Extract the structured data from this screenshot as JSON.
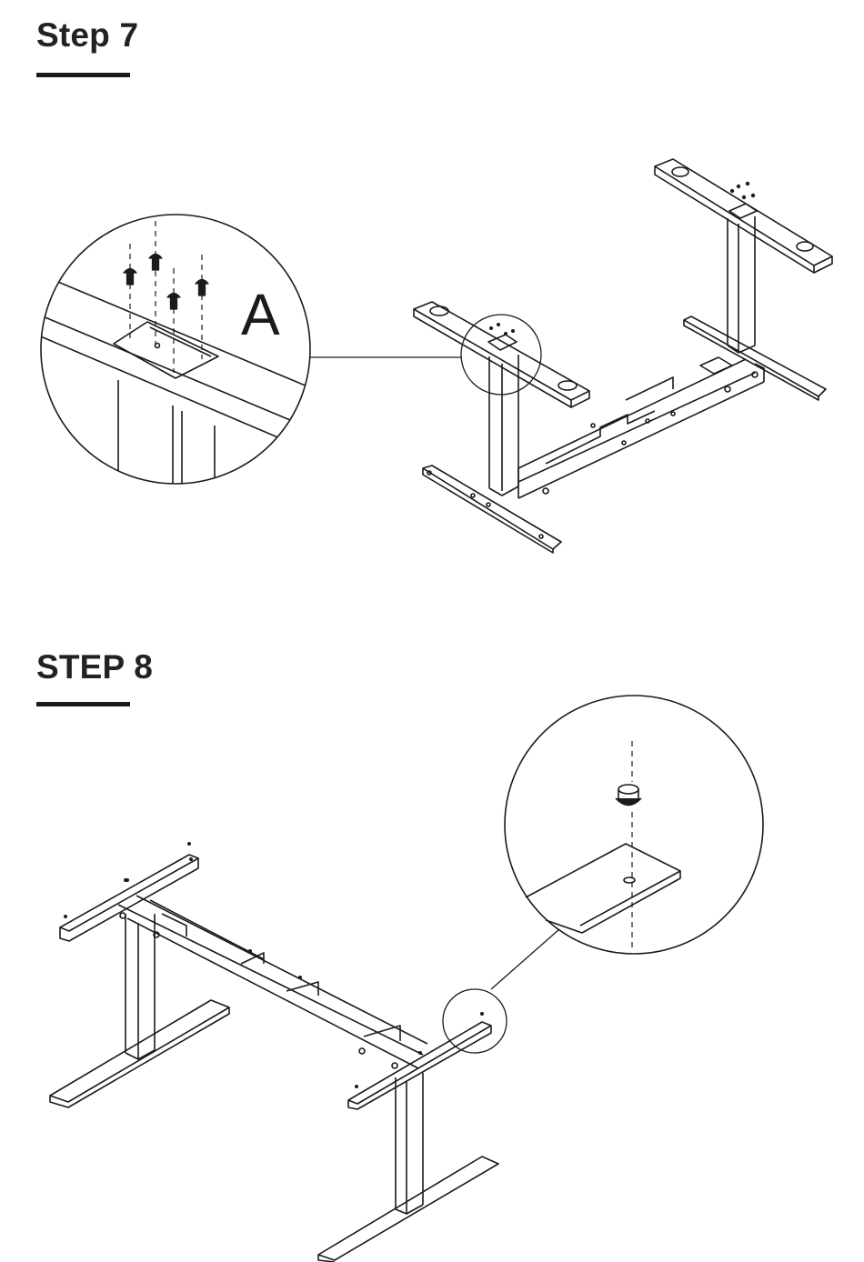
{
  "steps": [
    {
      "title": "Step 7",
      "detail_label": "A"
    },
    {
      "title": "STEP 8"
    }
  ],
  "colors": {
    "ink": "#1b1b1b",
    "background": "#ffffff"
  }
}
